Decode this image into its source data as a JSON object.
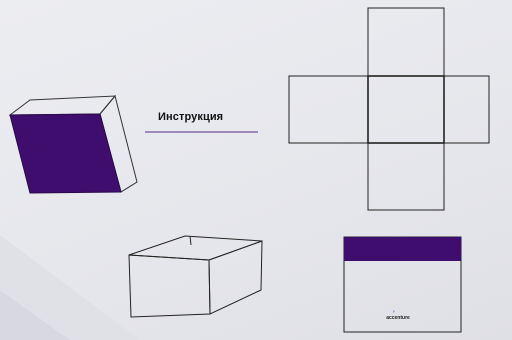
{
  "instruction": {
    "label": "Инструкция"
  },
  "logo": {
    "text": "accenture",
    "mark": "›"
  },
  "colors": {
    "background": "#e9eaee",
    "accent_purple": "#3f0d6d",
    "line": "#222222",
    "label_line": "#5a2a8a"
  },
  "diagram": {
    "parts": [
      "tilted-box-with-purple-face",
      "cube-net-cross",
      "open-box",
      "box-with-purple-lid"
    ]
  }
}
